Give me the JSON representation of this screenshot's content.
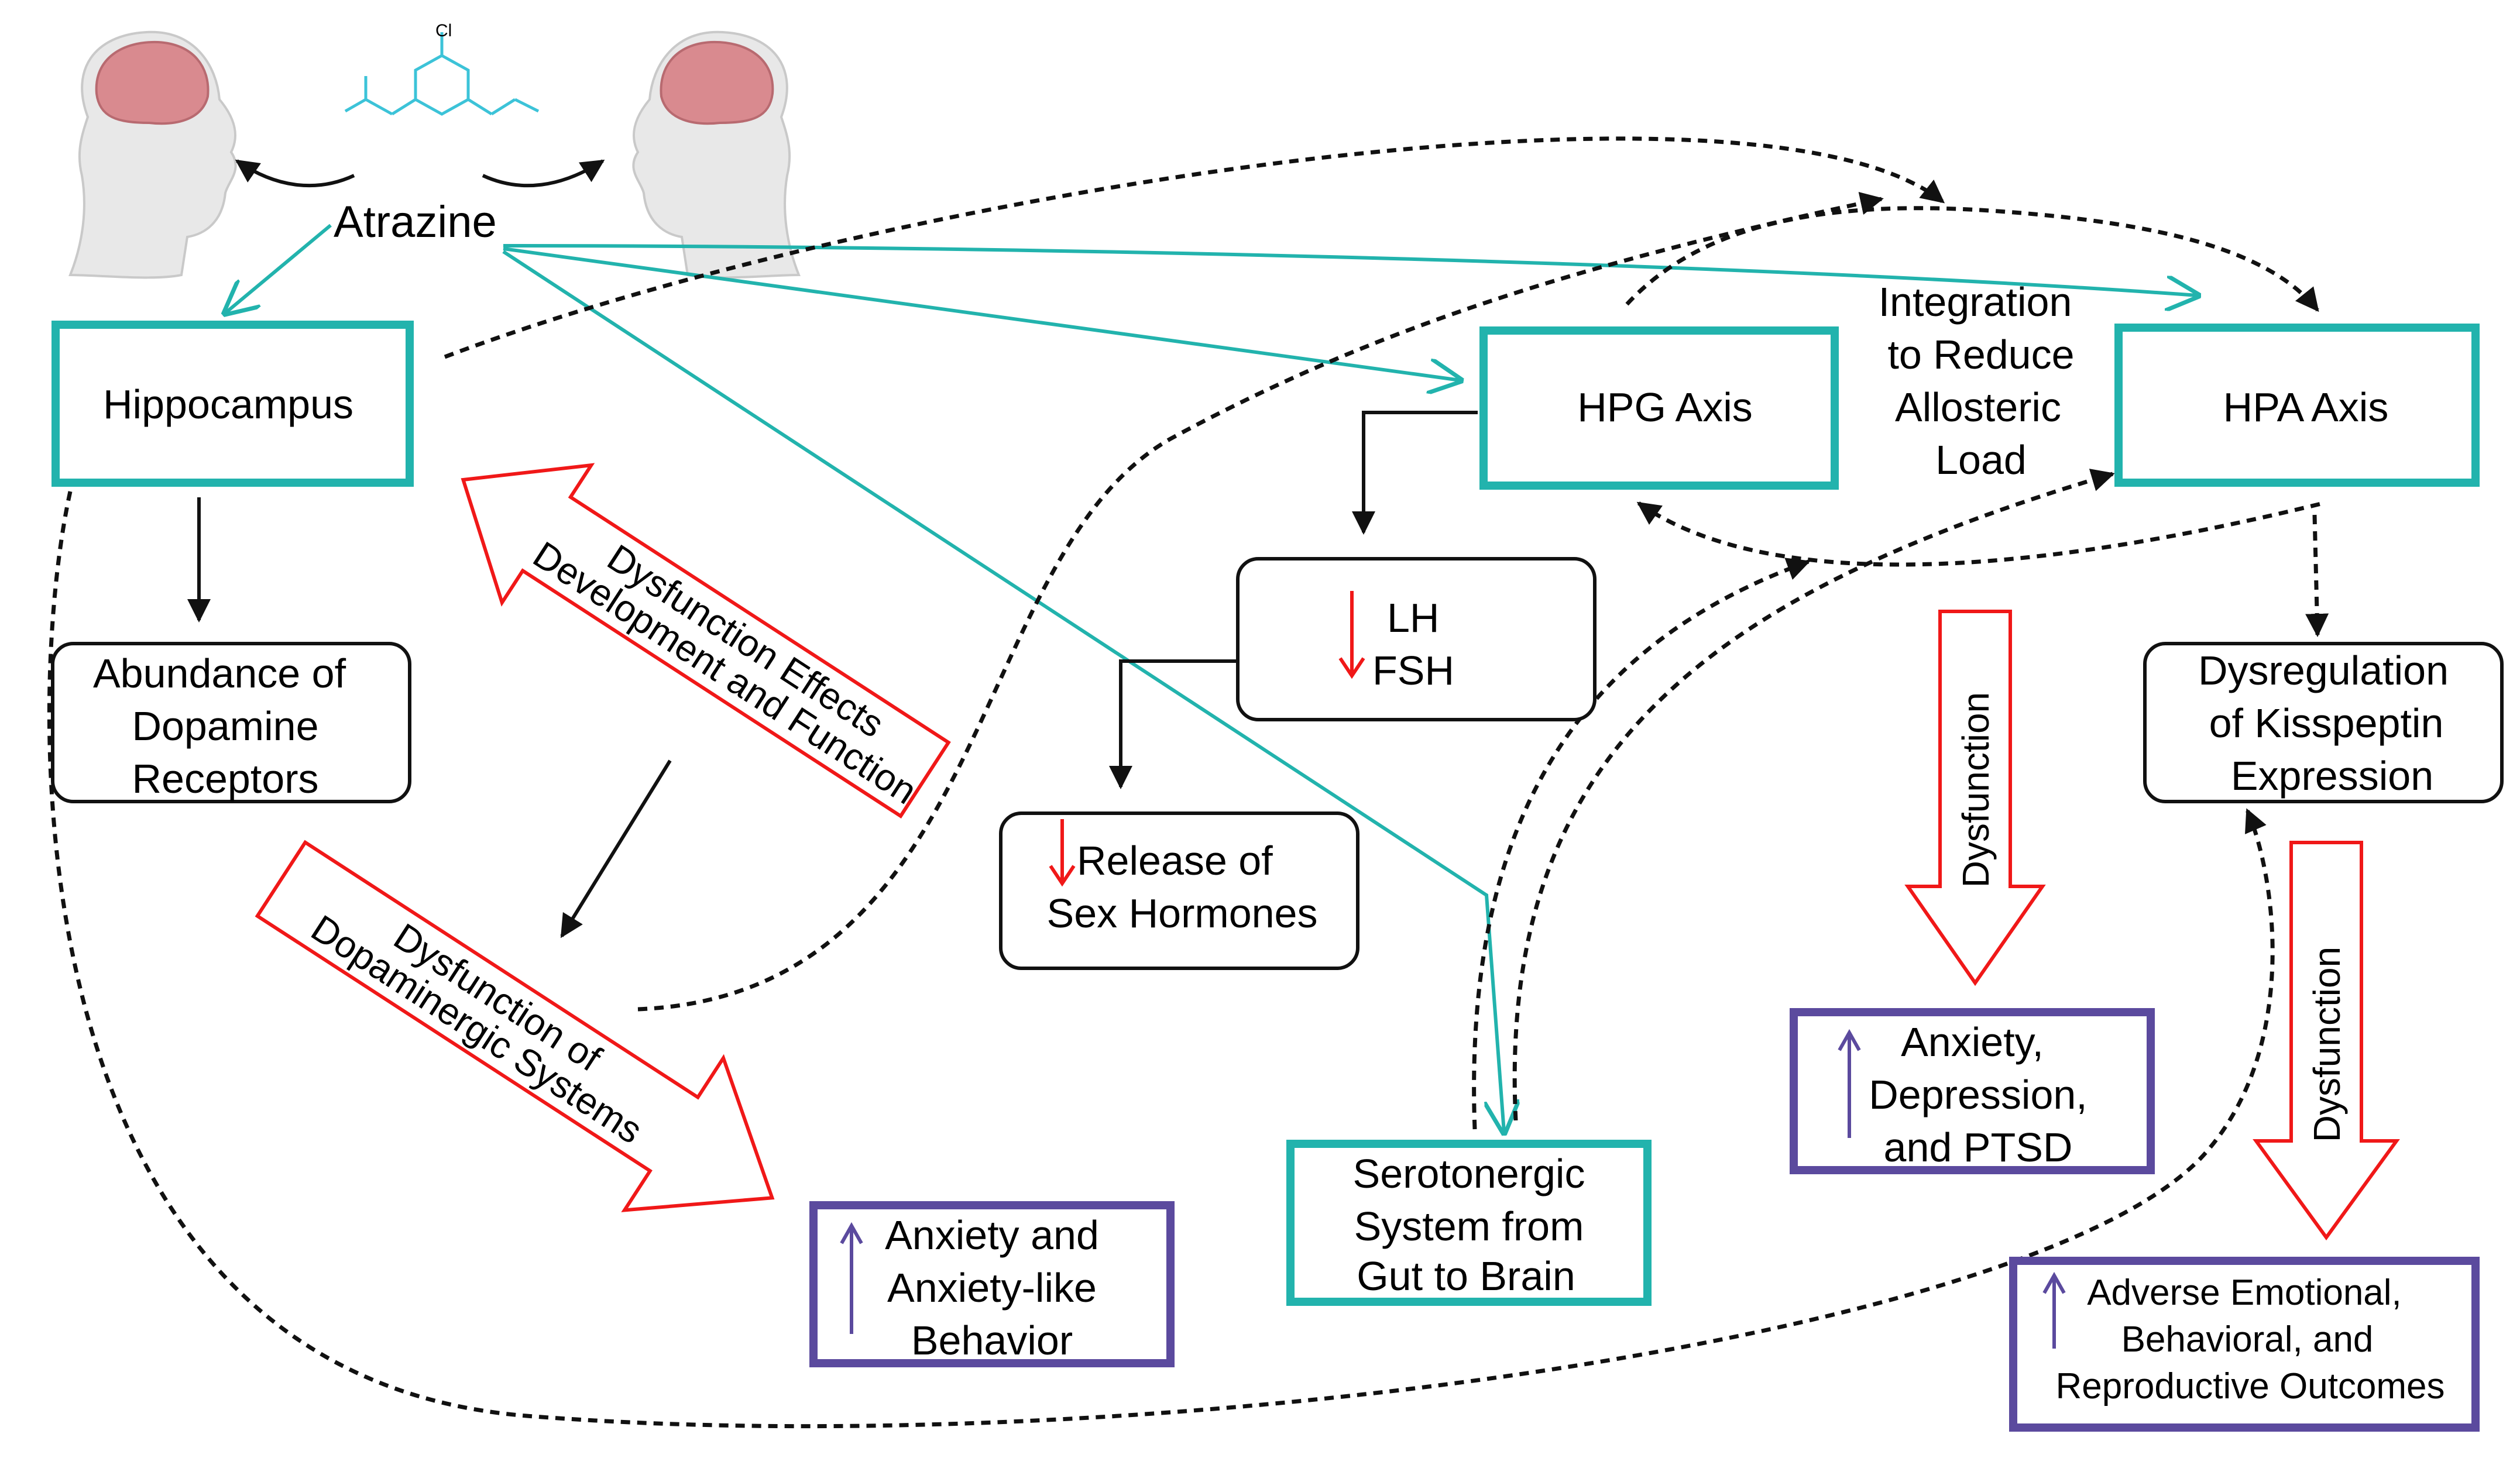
{
  "labels": {
    "atrazine": "Atrazine",
    "hippocampus": "Hippocampus",
    "dopamine": [
      "Abundance of",
      "Dopamine",
      "Receptors"
    ],
    "hpg": "HPG Axis",
    "hpa": "HPA Axis",
    "integration": [
      "Integration",
      "to Reduce",
      "Allosteric",
      "Load"
    ],
    "lh": "LH",
    "fsh": "FSH",
    "sex_hormones": [
      "Release of",
      "Sex Hormones"
    ],
    "serotonergic": [
      "Serotonergic",
      "System from",
      "Gut to Brain"
    ],
    "kisspeptin": [
      "Dysregulation",
      "of Kisspeptin",
      "Expression"
    ],
    "anxiety_behavior": [
      "Anxiety and",
      "Anxiety-like",
      "Behavior"
    ],
    "anxiety_ptsd": [
      "Anxiety,",
      "Depression,",
      "and PTSD"
    ],
    "adverse": [
      "Adverse Emotional,",
      "Behavioral, and",
      "Reproductive Outcomes"
    ],
    "dysfunction_effects": [
      "Dysfunction Effects",
      "Development and Function"
    ],
    "dysfunction_dopa": [
      "Dysfunction of",
      "Dopaminergic Systems"
    ],
    "dysfunction": "Dysfunction"
  },
  "colors": {
    "teal": "#22b3ad",
    "purple": "#5b4a9e",
    "red": "#f01818",
    "black": "#111111"
  },
  "icons": [
    "head-brain-icon",
    "head-brain-icon",
    "atrazine-molecule-icon",
    "down-arrow-icon",
    "up-arrow-icon"
  ]
}
